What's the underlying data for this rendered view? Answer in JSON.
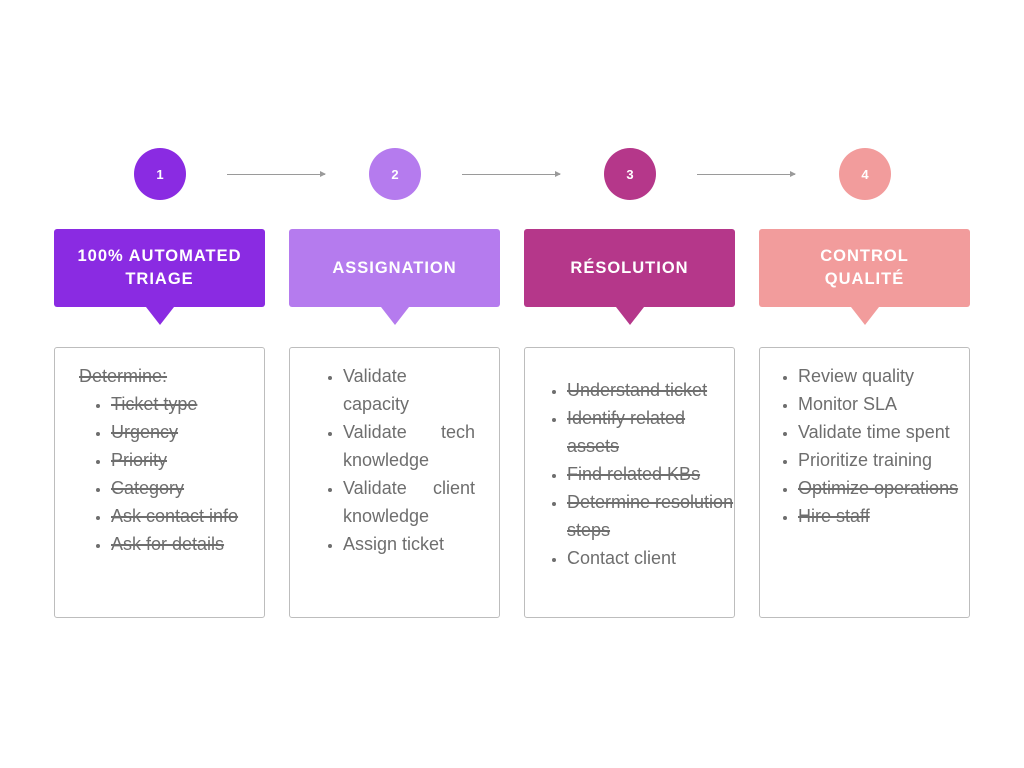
{
  "colors": {
    "step1": "#8a2be2",
    "step2": "#b57bee",
    "step3": "#b5378a",
    "step4": "#f29c9c",
    "connector": "#9a9a9a",
    "card_border": "#bdbdbd",
    "text": "#6e6e6e"
  },
  "steps": [
    {
      "number": "1",
      "title": "100% AUTOMATED TRIAGE",
      "lead": "Determine:",
      "lead_struck": true,
      "items": [
        {
          "text": "Ticket type",
          "struck": true
        },
        {
          "text": "Urgency",
          "struck": true
        },
        {
          "text": "Priority",
          "struck": true
        },
        {
          "text": "Category",
          "struck": true
        },
        {
          "text": "Ask contact info",
          "struck": true
        },
        {
          "text": "Ask for details",
          "struck": true
        }
      ]
    },
    {
      "number": "2",
      "title": "ASSIGNATION",
      "items": [
        {
          "text": "Validate capacity",
          "struck": false
        },
        {
          "text": "Validate tech knowledge",
          "struck": false
        },
        {
          "text": "Validate client knowledge",
          "struck": false
        },
        {
          "text": "Assign ticket",
          "struck": false
        }
      ]
    },
    {
      "number": "3",
      "title": "RÉSOLUTION",
      "items": [
        {
          "text": "Understand ticket",
          "struck": true
        },
        {
          "text": "Identify related assets",
          "struck": true
        },
        {
          "text": "Find related KBs",
          "struck": true
        },
        {
          "text": "Determine resolution steps",
          "struck": true
        },
        {
          "text": "Contact client",
          "struck": false
        }
      ]
    },
    {
      "number": "4",
      "title": "CONTROL QUALITÉ",
      "items": [
        {
          "text": "Review quality",
          "struck": false
        },
        {
          "text": "Monitor SLA",
          "struck": false
        },
        {
          "text": "Validate time spent",
          "struck": false
        },
        {
          "text": "Prioritize training",
          "struck": false
        },
        {
          "text": "Optimize operations",
          "struck": true
        },
        {
          "text": "Hire staff",
          "struck": true
        }
      ]
    }
  ]
}
